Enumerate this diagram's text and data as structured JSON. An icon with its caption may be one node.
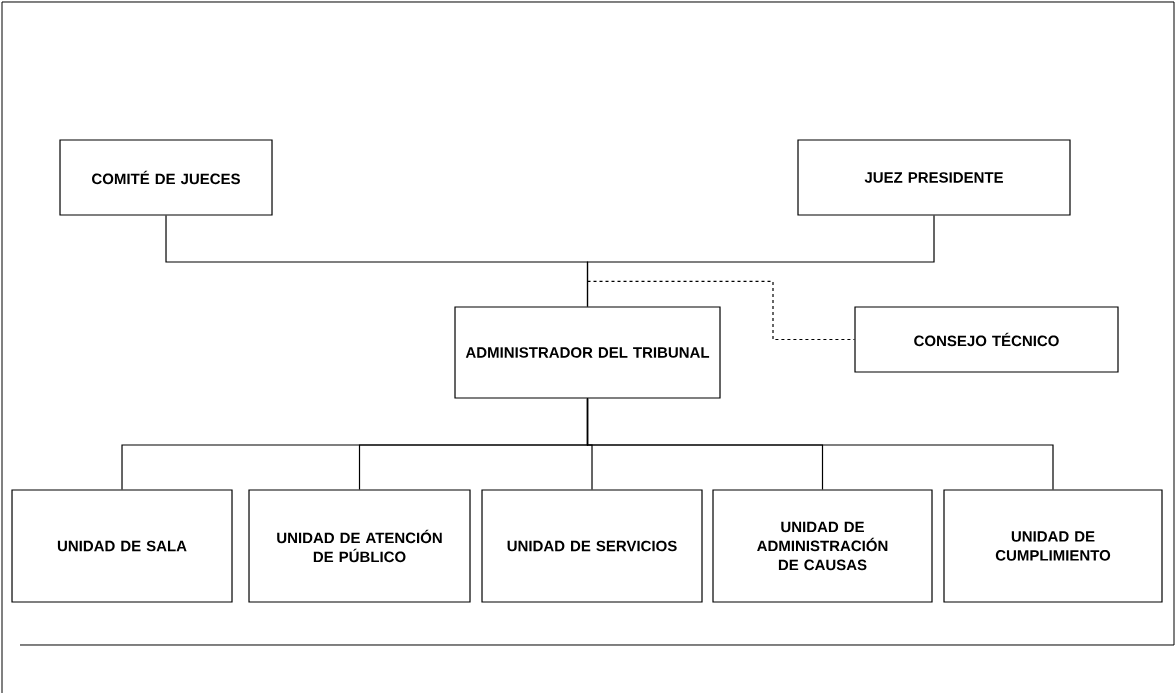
{
  "diagram": {
    "nodes": [
      {
        "text": [
          "COMITÉ DE JUECES"
        ]
      },
      {
        "text": [
          "JUEZ PRESIDENTE"
        ]
      },
      {
        "text": [
          "ADMINISTRADOR DEL TRIBUNAL"
        ]
      },
      {
        "text": [
          "CONSEJO TÉCNICO"
        ]
      },
      {
        "text": [
          "UNIDAD DE SALA"
        ]
      },
      {
        "text": [
          "UNIDAD DE ATENCIÓN DE PÚBLICO"
        ]
      },
      {
        "text": [
          "UNIDAD DE SERVICIOS"
        ]
      },
      {
        "text": [
          "UNIDAD DE ADMINISTRACIÓN DE CAUSAS"
        ]
      },
      {
        "text": [
          "UNIDAD DE CUMPLIMIENTO"
        ]
      }
    ],
    "edges": [
      {
        "from": 0,
        "to": 2,
        "arrow": "none"
      },
      {
        "from": 1,
        "to": 2,
        "arrow": "none"
      },
      {
        "from": 2,
        "to": 3,
        "arrow": "none",
        "style": "dashed"
      },
      {
        "from": 2,
        "to": 4,
        "arrow": "none"
      },
      {
        "from": 2,
        "to": 5,
        "arrow": "none"
      },
      {
        "from": 2,
        "to": 6,
        "arrow": "none"
      },
      {
        "from": 2,
        "to": 7,
        "arrow": "none"
      },
      {
        "from": 2,
        "to": 8,
        "arrow": "none"
      }
    ]
  }
}
